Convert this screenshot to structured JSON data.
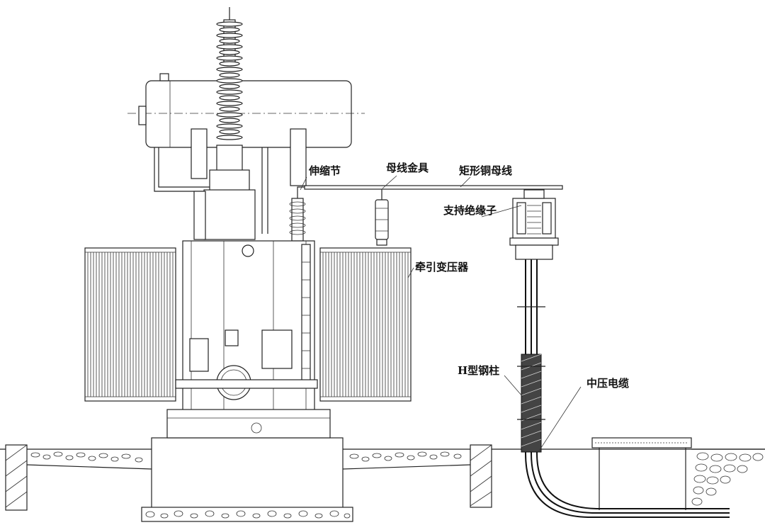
{
  "labels": {
    "expansion_joint": "伸缩节",
    "busbar_fitting": "母线金具",
    "rect_copper_busbar": "矩形铜母线",
    "support_insulator": "支持绝缘子",
    "traction_transformer": "牵引变压器",
    "h_steel_column": "H型钢柱",
    "mv_cable": "中压电缆"
  }
}
